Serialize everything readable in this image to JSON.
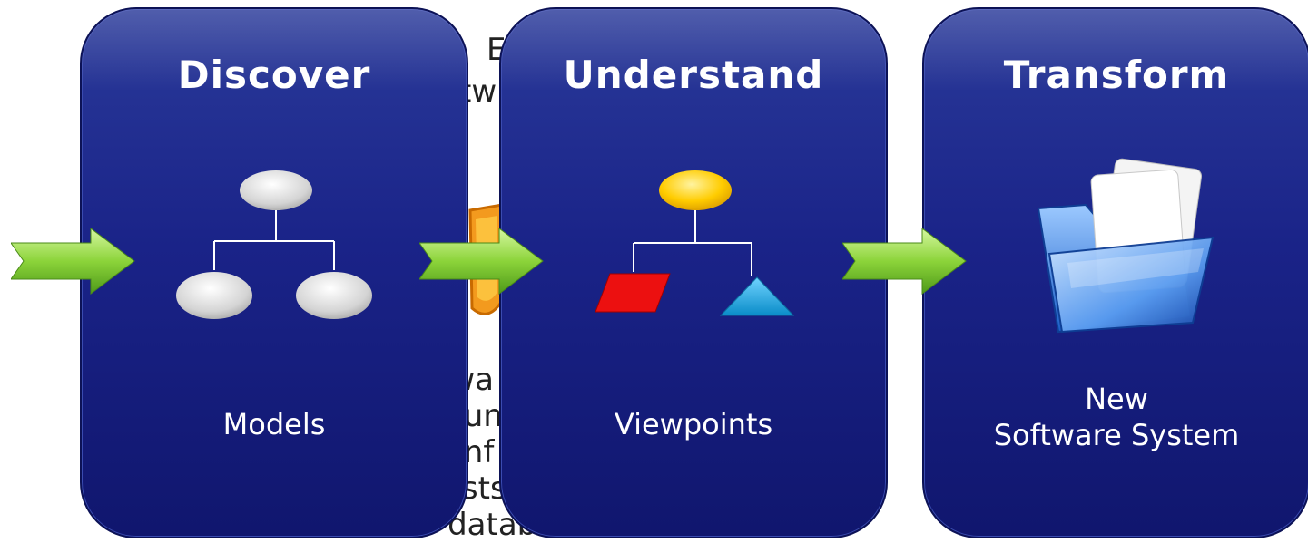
{
  "background_text": {
    "top": [
      "E",
      "tw"
    ],
    "bottom": [
      "twa",
      "oun",
      "onf",
      "ests",
      "- databa"
    ]
  },
  "panels": [
    {
      "title": "Discover",
      "label": "Models"
    },
    {
      "title": "Understand",
      "label": "Viewpoints"
    },
    {
      "title": "Transform",
      "label_lines": [
        "New",
        "Software System"
      ]
    }
  ],
  "icons": {
    "models": "hierarchy-diagram-icon",
    "viewpoints": "shapes-hierarchy-icon",
    "transform": "folder-icon"
  },
  "colors": {
    "panel": "#1a2388",
    "arrow": "#8cd43a",
    "node_gray": "#d9d9d9",
    "node_yellow": "#ffcc00",
    "shape_red": "#e81010",
    "shape_cyan": "#1aa6e0",
    "folder": "#4a8fe6"
  }
}
